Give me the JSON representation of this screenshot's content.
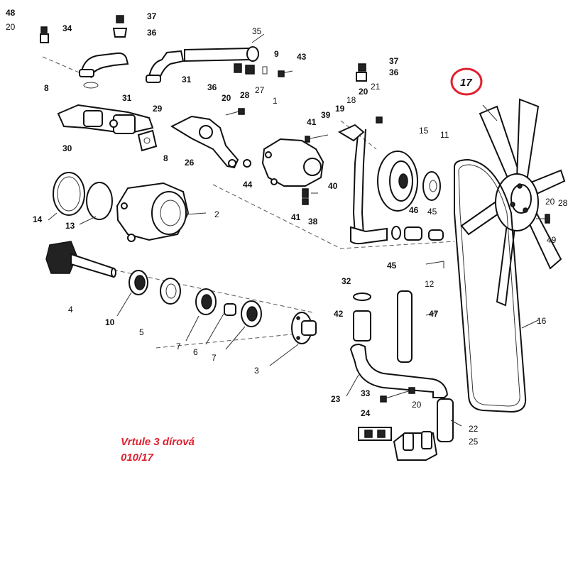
{
  "caption": {
    "line1": "Vrtule 3 dírová",
    "line2": "010/17"
  },
  "highlight": {
    "label": "17",
    "color": "#e0202e"
  },
  "caption_color": "#e0202e",
  "labels": {
    "l48": "48",
    "l20a": "20",
    "l34": "34",
    "l37a": "37",
    "l36a": "36",
    "l35": "35",
    "l9": "9",
    "l43": "43",
    "l8a": "8",
    "l31a": "31",
    "l31b": "31",
    "l36b": "36",
    "l20b": "20",
    "l28a": "28",
    "l27": "27",
    "l1": "1",
    "l29": "29",
    "l30": "30",
    "l8b": "8",
    "l26": "26",
    "l41a": "41",
    "l39": "39",
    "l18": "18",
    "l19": "19",
    "l20c": "20",
    "l21": "21",
    "l37b": "37",
    "l36c": "36",
    "l15": "15",
    "l11": "11",
    "l44": "44",
    "l40": "40",
    "l41b": "41",
    "l38": "38",
    "l46": "46",
    "l45a": "45",
    "l14": "14",
    "l13": "13",
    "l2": "2",
    "l45b": "45",
    "l20d": "20",
    "l28b": "28",
    "l49": "49",
    "l32": "32",
    "l12": "12",
    "l4": "4",
    "l10": "10",
    "l5": "5",
    "l42": "42",
    "l47": "47",
    "l16": "16",
    "l7a": "7",
    "l6": "6",
    "l7b": "7",
    "l3": "3",
    "l23": "23",
    "l33": "33",
    "l20e": "20",
    "l24": "24",
    "l22": "22",
    "l25": "25"
  }
}
